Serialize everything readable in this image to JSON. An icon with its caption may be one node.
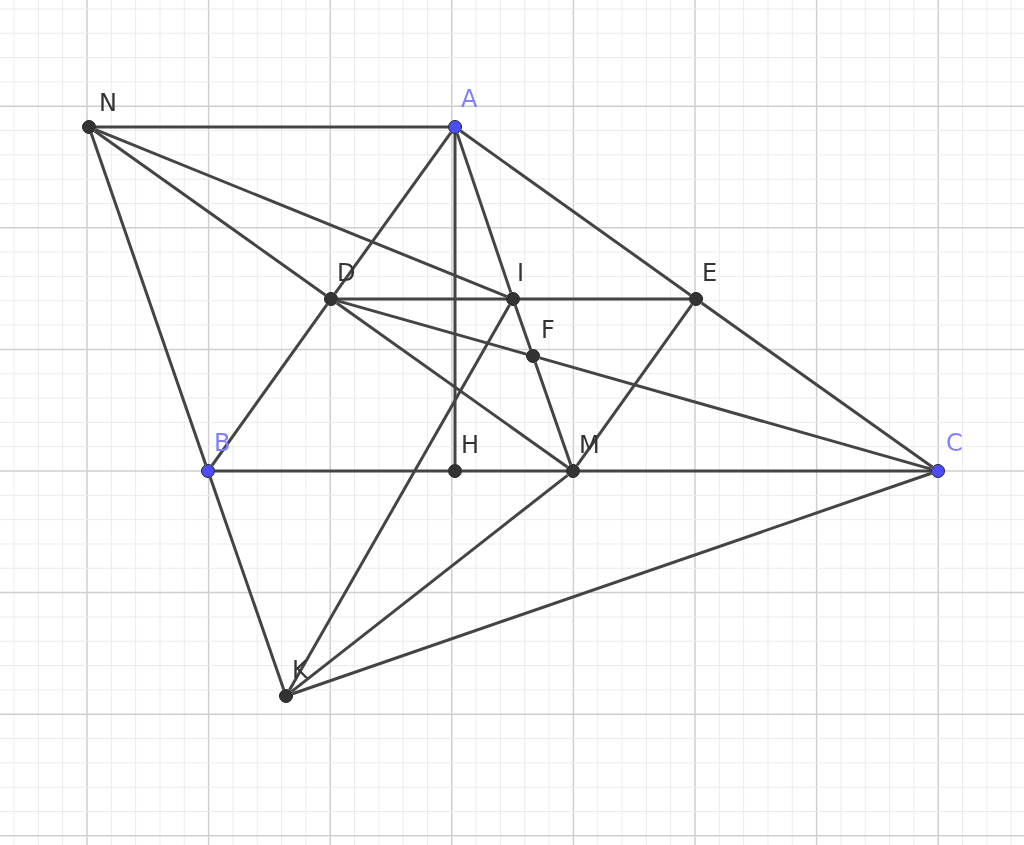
{
  "diagram": {
    "nodes": [
      {
        "text": [
          "N"
        ]
      },
      {
        "text": [
          "A"
        ]
      },
      {
        "text": [
          "D"
        ]
      },
      {
        "text": [
          "I"
        ]
      },
      {
        "text": [
          "E"
        ]
      },
      {
        "text": [
          "F"
        ]
      },
      {
        "text": [
          "B"
        ]
      },
      {
        "text": [
          "H"
        ]
      },
      {
        "text": [
          "M"
        ]
      },
      {
        "text": [
          "C"
        ]
      },
      {
        "text": [
          "K"
        ]
      }
    ],
    "edges": [
      {
        "from": 0,
        "to": 1,
        "arrow": "none"
      },
      {
        "from": 0,
        "to": 6,
        "arrow": "none"
      },
      {
        "from": 0,
        "to": 2,
        "arrow": "none"
      },
      {
        "from": 2,
        "to": 8,
        "arrow": "none"
      },
      {
        "from": 0,
        "to": 3,
        "arrow": "none"
      },
      {
        "from": 1,
        "to": 2,
        "arrow": "none"
      },
      {
        "from": 2,
        "to": 6,
        "arrow": "none"
      },
      {
        "from": 1,
        "to": 4,
        "arrow": "none"
      },
      {
        "from": 4,
        "to": 9,
        "arrow": "none"
      },
      {
        "from": 1,
        "to": 7,
        "arrow": "none"
      },
      {
        "from": 1,
        "to": 3,
        "arrow": "none"
      },
      {
        "from": 3,
        "to": 5,
        "arrow": "none"
      },
      {
        "from": 5,
        "to": 8,
        "arrow": "none"
      },
      {
        "from": 2,
        "to": 3,
        "arrow": "none"
      },
      {
        "from": 3,
        "to": 4,
        "arrow": "none"
      },
      {
        "from": 2,
        "to": 5,
        "arrow": "none"
      },
      {
        "from": 5,
        "to": 9,
        "arrow": "none"
      },
      {
        "from": 4,
        "to": 8,
        "arrow": "none"
      },
      {
        "from": 6,
        "to": 7,
        "arrow": "none"
      },
      {
        "from": 7,
        "to": 8,
        "arrow": "none"
      },
      {
        "from": 8,
        "to": 9,
        "arrow": "none"
      },
      {
        "from": 6,
        "to": 10,
        "arrow": "none"
      },
      {
        "from": 10,
        "to": 3,
        "arrow": "none"
      },
      {
        "from": 10,
        "to": 8,
        "arrow": "none"
      },
      {
        "from": 10,
        "to": 9,
        "arrow": "none"
      }
    ]
  }
}
